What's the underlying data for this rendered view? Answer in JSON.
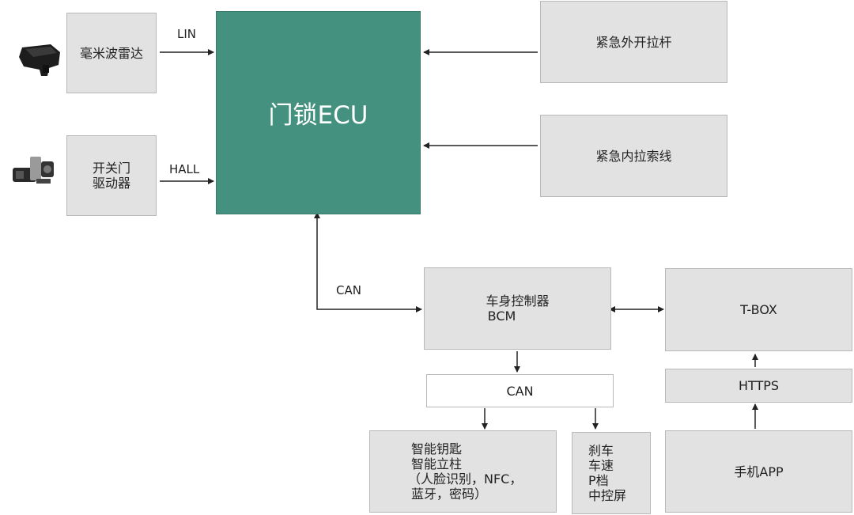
{
  "ecu": {
    "label": "门锁ECU"
  },
  "left": {
    "radar": "毫米波雷达",
    "door_driver_line1": "开关门",
    "door_driver_line2": "驱动器",
    "lin_label": "LIN",
    "hall_label": "HALL"
  },
  "right": {
    "handle": "紧急外开拉杆",
    "cable": "紧急内拉索线"
  },
  "bus": {
    "can_top": "CAN",
    "bcm_line1": "车身控制器",
    "bcm_line2": "BCM",
    "tbox": "T-BOX",
    "https": "HTTPS",
    "app": "手机APP",
    "can_box": "CAN"
  },
  "smart": {
    "line1": "智能钥匙",
    "line2": "智能立柱",
    "line3": "（人脸识别，NFC，",
    "line4": "蓝牙，密码）"
  },
  "vehicle": {
    "line1": "刹车",
    "line2": "车速",
    "line3": "P档",
    "line4": "中控屏"
  },
  "colors": {
    "ecu": "#45917f",
    "box": "#e2e2e2",
    "line": "#222222"
  }
}
